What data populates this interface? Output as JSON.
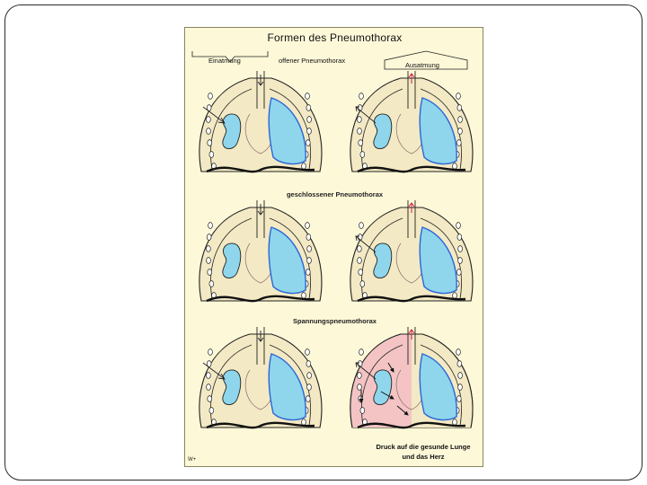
{
  "diagram": {
    "title": "Formen des Pneumothorax",
    "labels": {
      "inspiration": "Einatmung",
      "open_type": "offener Pneumothorax",
      "expiration": "Ausatmung",
      "closed_type": "geschlossener Pneumothorax",
      "tension_type": "Spannungspneumothorax"
    },
    "caption": "Druck auf die gesunde Lunge und das Herz",
    "author_mark": "W+"
  },
  "colors": {
    "panel_background": "#fdf8d8",
    "lung": "#8fd6ec",
    "lung_outline": "#2a66d8",
    "outline": "#222222",
    "rib": "#f3e9c4",
    "pressure_area": "#f4c4c4",
    "arrow": "#c8102e"
  }
}
